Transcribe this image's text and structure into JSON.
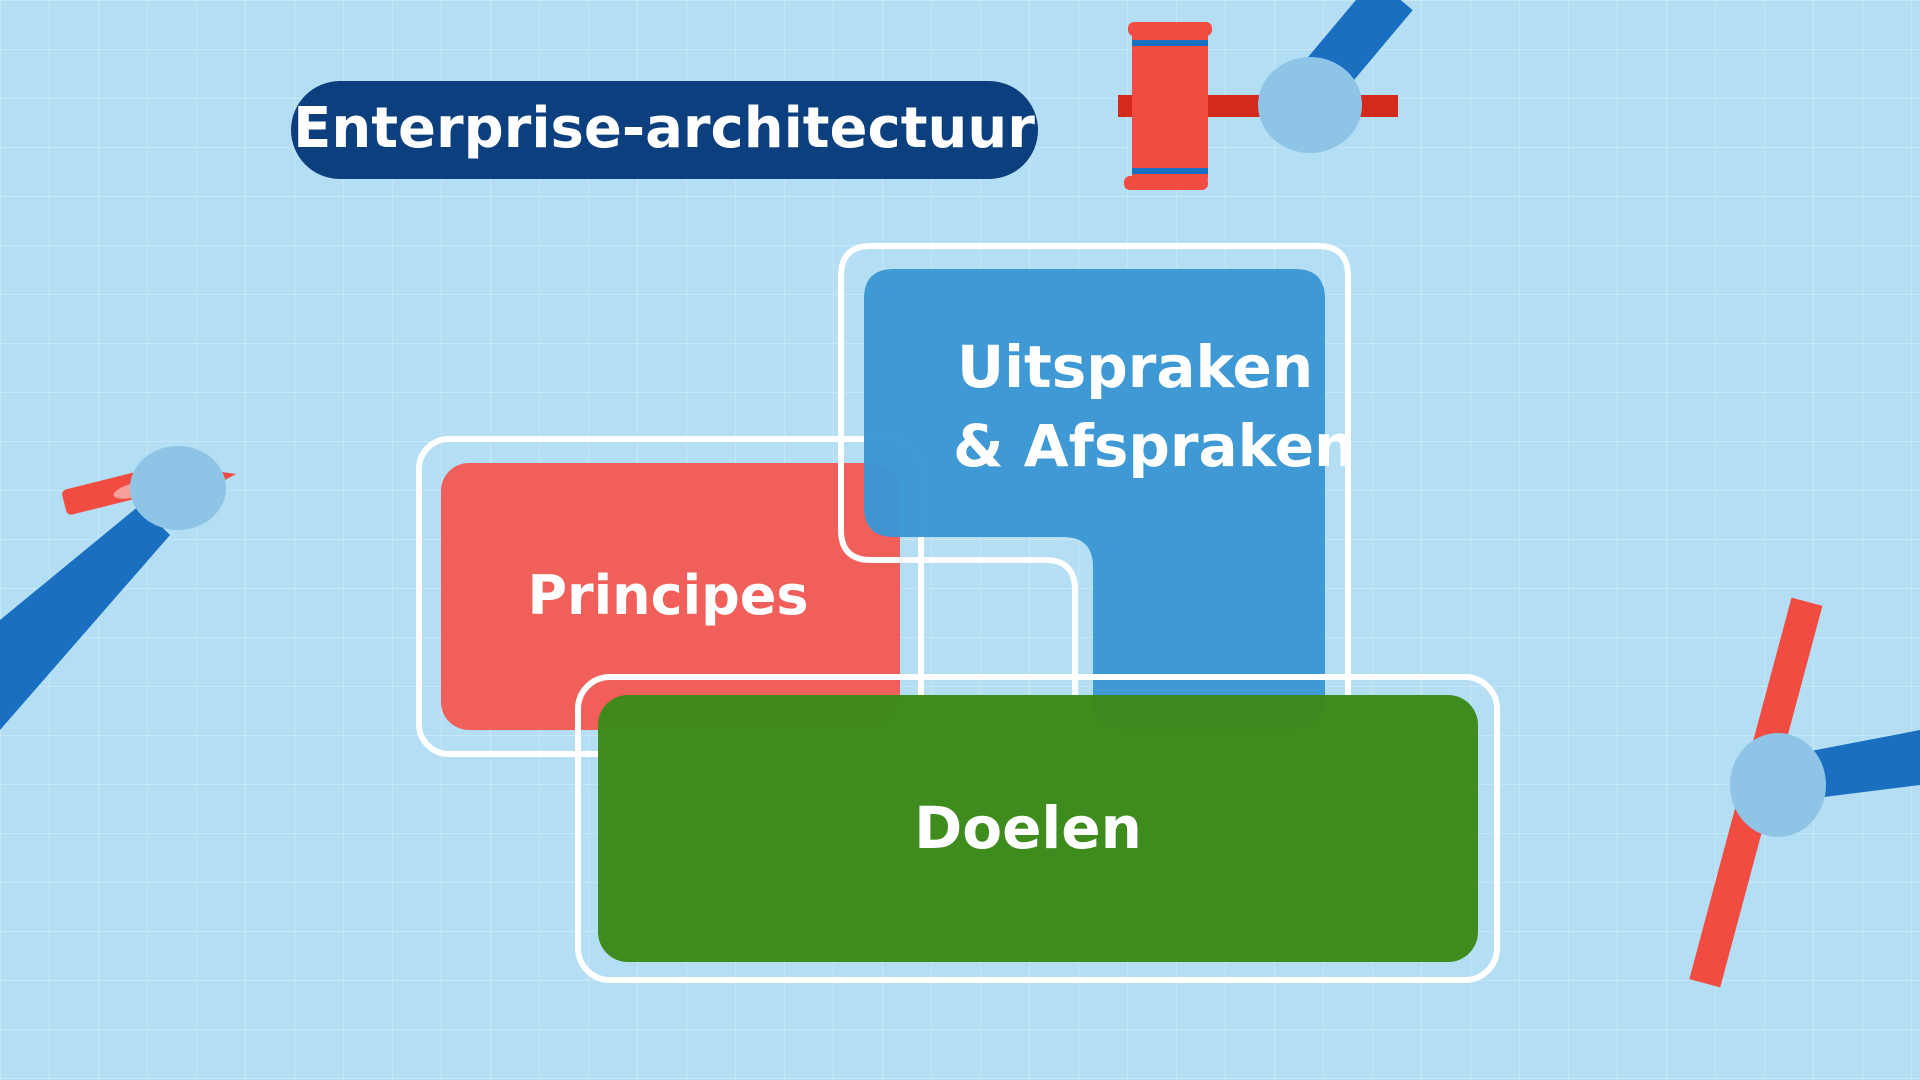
{
  "title": "Enterprise-architectuur",
  "blocks": {
    "uitspraken_line1": "Uitspraken",
    "uitspraken_line2": "& Afspraken",
    "principes": "Principes",
    "doelen": "Doelen"
  },
  "colors": {
    "background": "#b3def3",
    "title_bg": "#0b3f7e",
    "blue": "#3a97d4",
    "red": "#f05f5a",
    "green": "#3c8a1a"
  }
}
